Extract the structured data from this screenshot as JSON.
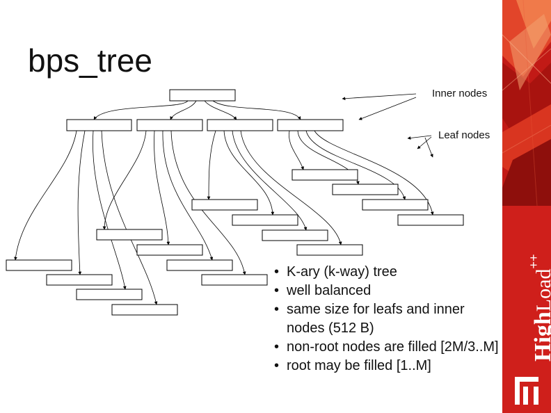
{
  "slide": {
    "title": "bps_tree",
    "callouts": {
      "inner": "Inner nodes",
      "leaf": "Leaf nodes"
    },
    "bullets": [
      "K-ary (k-way) tree",
      "well balanced",
      "same size for leafs and inner nodes (512 B)",
      "non-root nodes are filled [2M/3..M]",
      "root may be filled [1..M]"
    ]
  },
  "brand": {
    "name_bold": "High",
    "name_light": "Load",
    "name_suffix": "++",
    "accent_color": "#cf1f1b",
    "text_color": "#ffffff"
  }
}
